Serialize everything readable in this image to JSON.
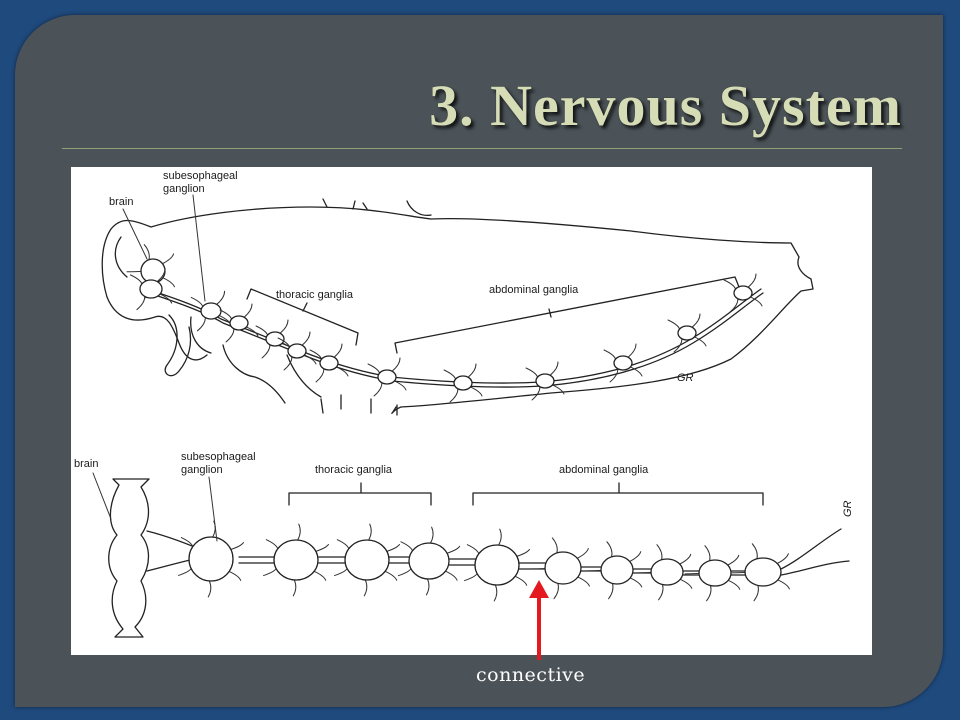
{
  "slide": {
    "title": "3. Nervous System",
    "caption": "connective"
  },
  "figure_top": {
    "labels": {
      "brain": "brain",
      "subesophageal_1": "subesophageal",
      "subesophageal_2": "ganglion",
      "thoracic": "thoracic ganglia",
      "abdominal": "abdominal ganglia",
      "signature": "GR"
    }
  },
  "figure_bottom": {
    "labels": {
      "brain": "brain",
      "subesophageal_1": "subesophageal",
      "subesophageal_2": "ganglion",
      "thoracic": "thoracic ganglia",
      "abdominal": "abdominal ganglia",
      "signature": "GR"
    }
  },
  "colors": {
    "background": "#1f4a7e",
    "slide": "#4b5358",
    "title": "#d5dcb6",
    "arrow": "#e3191f"
  }
}
